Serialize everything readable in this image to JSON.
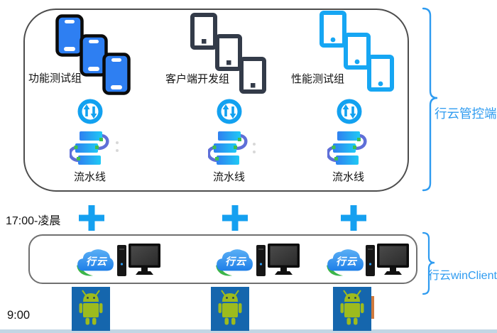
{
  "diagram": {
    "top_box": {
      "bracket_label": "行云管控端",
      "groups": [
        {
          "label": "功能测试组",
          "pipeline_label": "流水线",
          "device_icon": "phone-blue-icon"
        },
        {
          "label": "客户端开发组",
          "pipeline_label": "流水线",
          "device_icon": "tablet-dark-icon"
        },
        {
          "label": "性能测试组",
          "pipeline_label": "流水线",
          "device_icon": "tablet-blue-icon"
        }
      ]
    },
    "middle": {
      "time_label": "17:00-凌晨",
      "separator_icon": "plus-icon"
    },
    "bottom_box": {
      "bracket_label": "行云winClient",
      "logo_text": "行云",
      "machine_icon": "desktop-pc-icon"
    },
    "footer": {
      "time_label": "9:00",
      "device_icon": "android-robot-icon"
    },
    "colors": {
      "phone_blue": "#2E7FF2",
      "tablet_dark": "#333B49",
      "tablet_blue": "#16A6F3",
      "accent_blue": "#15A0F0",
      "brace_blue": "#2E9BF0",
      "pipeline_curve": "#5E6FD8",
      "connector_green": "#3FBF52",
      "logo_green": "#3CB54A",
      "android_bg": "#1566AD",
      "android_green": "#9DBB1D"
    }
  }
}
